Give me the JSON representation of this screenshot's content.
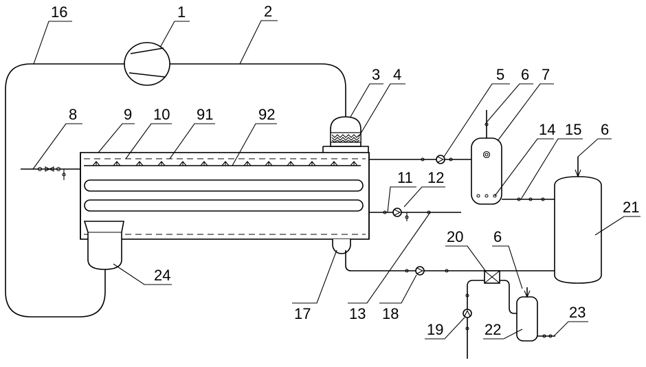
{
  "labels": {
    "l1": "1",
    "l2": "2",
    "l3": "3",
    "l4": "4",
    "l5": "5",
    "l6a": "6",
    "l6b": "6",
    "l6c": "6",
    "l7": "7",
    "l8": "8",
    "l9": "9",
    "l10": "10",
    "l91": "91",
    "l92": "92",
    "l11": "11",
    "l12": "12",
    "l13": "13",
    "l14": "14",
    "l15": "15",
    "l16": "16",
    "l17": "17",
    "l18": "18",
    "l19": "19",
    "l20": "20",
    "l21": "21",
    "l22": "22",
    "l23": "23",
    "l24": "24"
  }
}
